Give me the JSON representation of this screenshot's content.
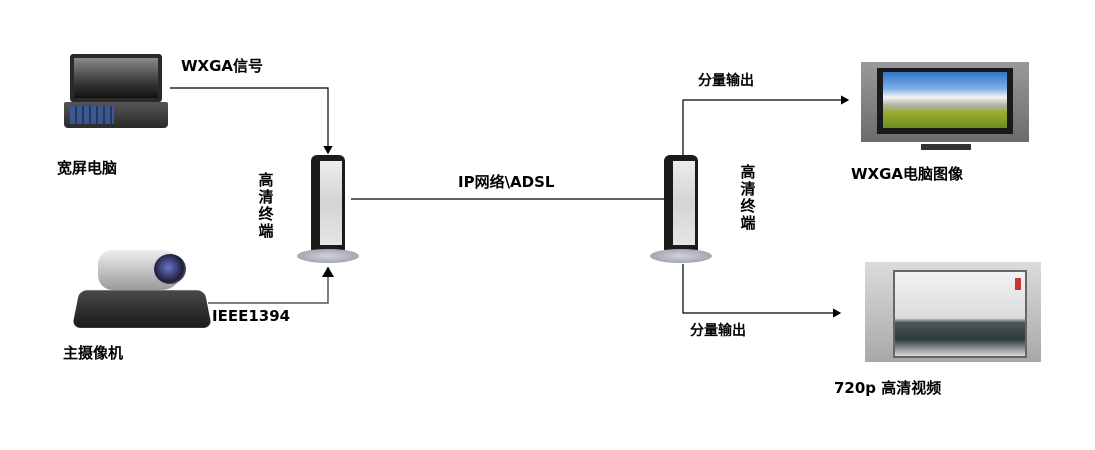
{
  "diagram": {
    "title": "",
    "sources": {
      "laptop": {
        "label": "宽屏电脑",
        "signal_label": "WXGA信号"
      },
      "camera": {
        "label": "主摄像机",
        "signal_label": "IEEE1394"
      }
    },
    "terminals": {
      "left": {
        "label_chars": [
          "高",
          "清",
          "终",
          "端"
        ]
      },
      "right": {
        "label_chars": [
          "高",
          "清",
          "终",
          "端"
        ]
      }
    },
    "network": {
      "label": "IP网络\\ADSL"
    },
    "outputs": {
      "top": {
        "line_label": "分量输出",
        "device_label": "WXGA电脑图像"
      },
      "bottom": {
        "line_label": "分量输出",
        "device_label": "720p 高清视频"
      }
    },
    "colors": {
      "line": "#000000",
      "arrow": "#555555"
    }
  }
}
